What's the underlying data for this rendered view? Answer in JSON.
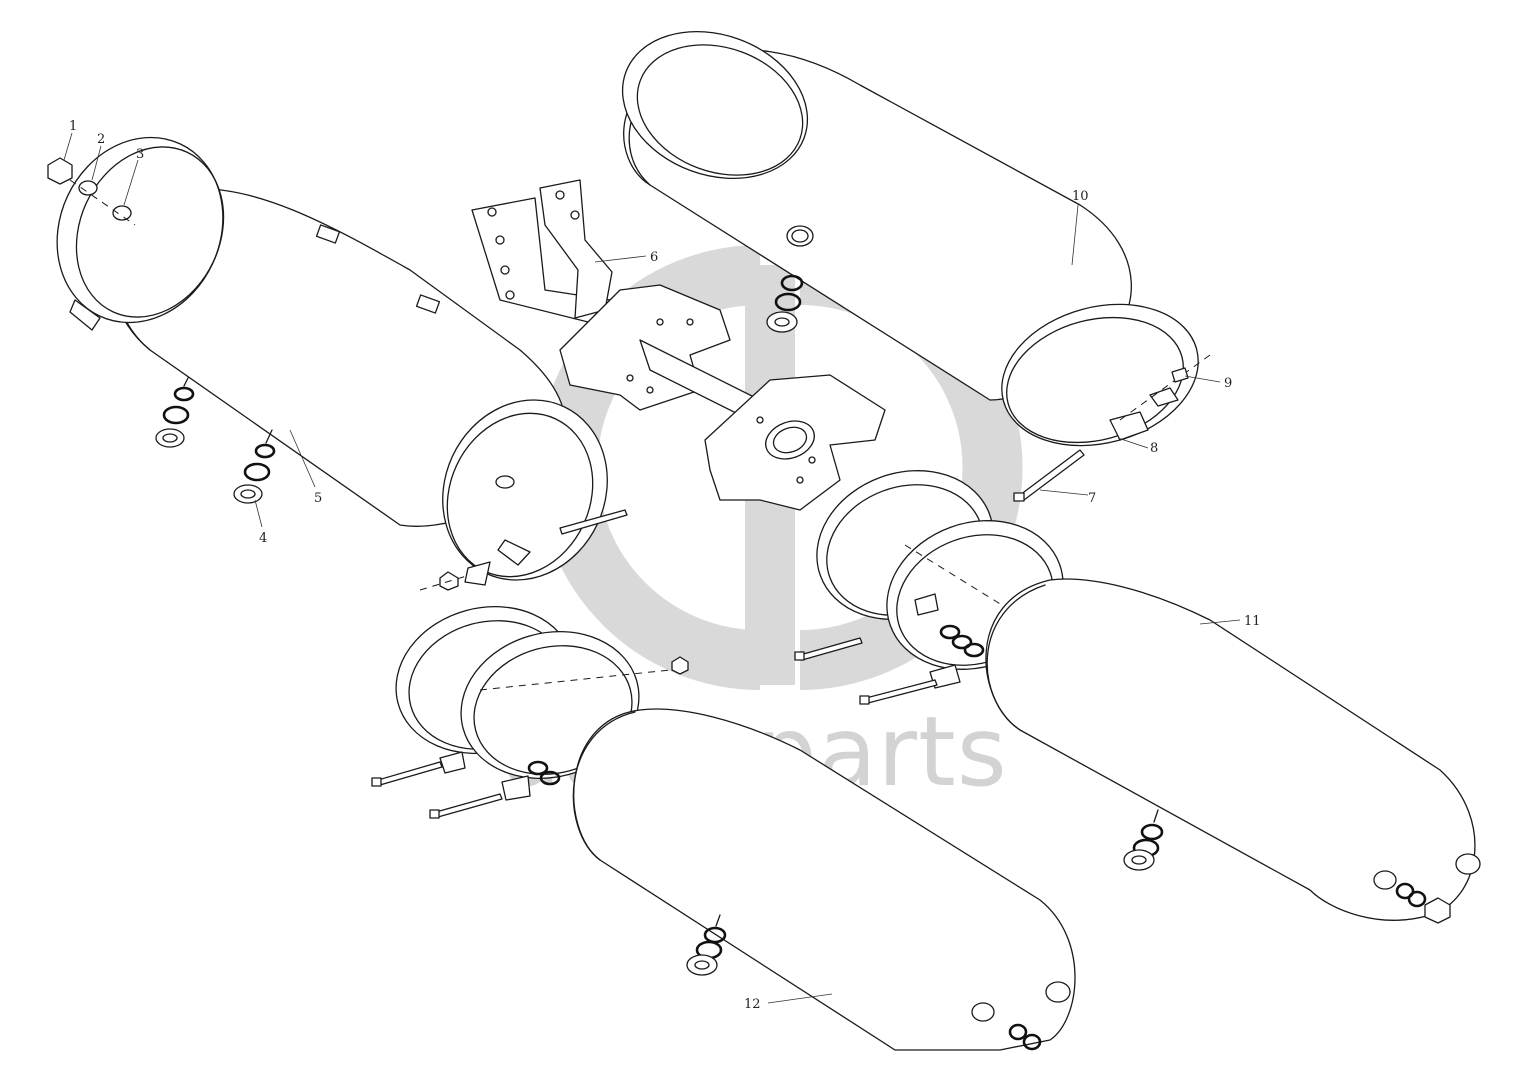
{
  "watermark": {
    "text": "data-parts",
    "color": "#d3d3d3"
  },
  "callouts": [
    "1",
    "2",
    "3",
    "4",
    "5",
    "6",
    "7",
    "8",
    "9",
    "10",
    "11",
    "12"
  ]
}
